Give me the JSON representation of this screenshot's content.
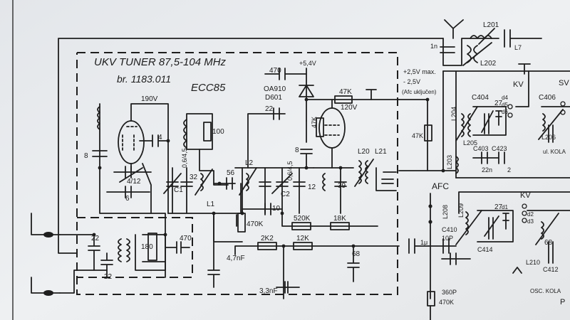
{
  "schematic": {
    "title": "UKV TUNER 87,5-104 MHz",
    "board_no": "br. 1183.011",
    "tube": "ECC85",
    "labels": {
      "v190": "190V",
      "c4": "4",
      "c12_4": "4/12",
      "c8": "8",
      "c6": "6",
      "cap_df_1": "0,6/4,5",
      "c1": "C1",
      "c32": "32",
      "l1": "L1",
      "c56": "56",
      "l2": "L2",
      "cap_df_2": "0,6/4,5",
      "c2": "C2",
      "c12b": "12",
      "r100": "100",
      "c22_top": "22",
      "c470_top": "470",
      "diode": "OA910",
      "d601": "D601",
      "v54": "+5,4V",
      "r47k_a": "47K",
      "r47k_b": "47K",
      "v120": "120V",
      "c8b": "8",
      "c39": "39",
      "l20": "L20",
      "l21": "L21",
      "c10": "10",
      "r470k": "470K",
      "r520k": "520K",
      "r18k": "18K",
      "r2k2": "2K2",
      "r12k": "12K",
      "c47nf": "4,7nF",
      "c33nf": "3,3nF",
      "c68": "68",
      "c22a": "22",
      "c22b": "22",
      "c180": "180",
      "c470_b": "470",
      "afc_note_1": "+2,5V max.",
      "afc_note_2": "- 2,5V",
      "afc_note_3": "(Afc uključen)",
      "r47k_c": "47K",
      "c_1n": "1n",
      "l201": "L201",
      "l7": "L7",
      "l202": "L202",
      "kv": "KV",
      "sv": "SV",
      "c404": "C404",
      "c406": "C406",
      "c27": "27",
      "l204": "L204",
      "l205": "L205",
      "l206": "L206",
      "kola": "ul. KOLA",
      "c403": "C403",
      "c423": "C423",
      "c22n": "22n",
      "c_2": "2",
      "l203": "L203",
      "afc": "AFC",
      "kv2": "KV",
      "l208": "L208",
      "l209": "L209",
      "c27b": "27",
      "c410": "C410",
      "c10p": "10P",
      "c414": "C414",
      "c_1mu": "1μ",
      "l210": "L210",
      "c412": "C412",
      "c68b": "68",
      "c360p": "360P",
      "osc": "OSC. KOLA",
      "r470k_b": "470K",
      "d1": "d1",
      "d2": "d2",
      "d3": "d3",
      "d4": "d4",
      "d5": "d5",
      "d6": "d6",
      "letter_p": "P"
    }
  }
}
